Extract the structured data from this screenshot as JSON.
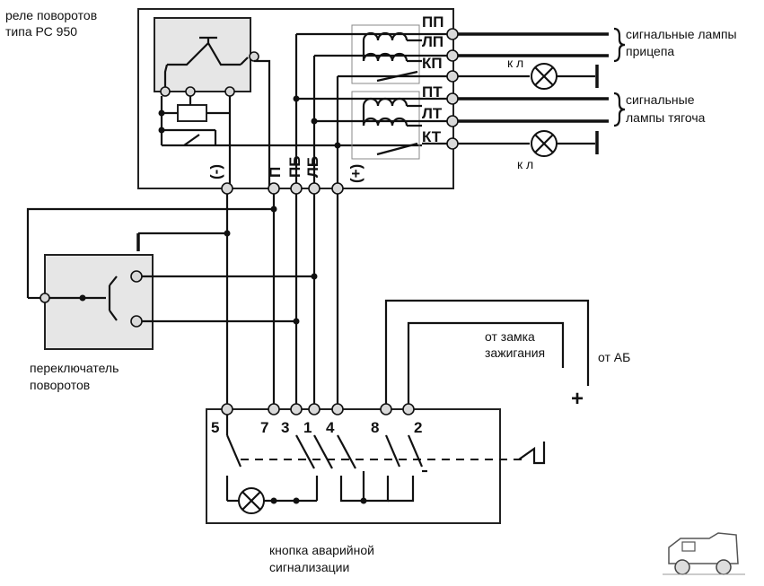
{
  "relay": {
    "title_line1": "реле поворотов",
    "title_line2": "типа РС 950",
    "terminals": [
      "ПП",
      "ЛП",
      "КП",
      "ПТ",
      "ЛТ",
      "КТ"
    ],
    "bottom_pins": [
      "(-)",
      "П",
      "ПБ",
      "ЛБ",
      "(+)"
    ]
  },
  "trailer_lamps": {
    "line1": "сигнальные лампы",
    "line2": "прицепа"
  },
  "tractor_lamps": {
    "line1": "сигнальные",
    "line2": "лампы тягоча"
  },
  "lamp_labels": [
    "к л",
    "к л"
  ],
  "switch": {
    "line1": "переключатель",
    "line2": "поворотов"
  },
  "ignition": {
    "line1": "от замка",
    "line2": "зажигания"
  },
  "battery": {
    "label": "от АБ",
    "sign": "+"
  },
  "hazard_button": {
    "line1": "кнопка аварийной",
    "line2": "сигнализации",
    "pins": [
      "5",
      "7",
      "3",
      "1",
      "4",
      "8",
      "2"
    ]
  }
}
